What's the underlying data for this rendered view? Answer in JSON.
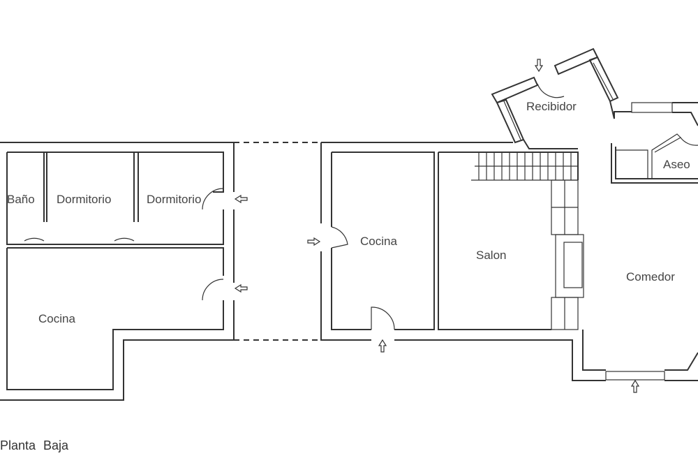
{
  "plan": {
    "caption": "Planta Baja",
    "rooms": {
      "bano": "Baño",
      "dormitorio_1": "Dormitorio",
      "dormitorio_2": "Dormitorio",
      "cocina_left": "Cocina",
      "cocina_mid": "Cocina",
      "salon": "Salon",
      "recibidor": "Recibidor",
      "aseo": "Aseo",
      "comedor": "Comedor"
    }
  }
}
